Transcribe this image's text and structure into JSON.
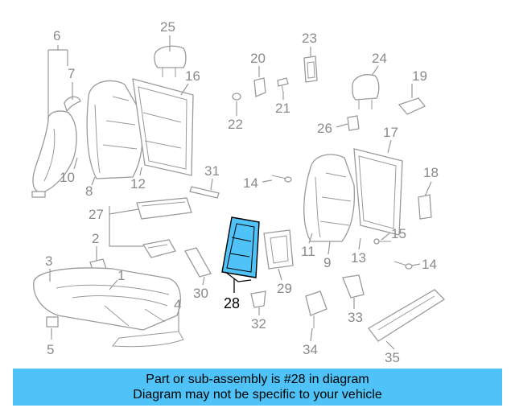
{
  "highlight": {
    "part_number": "28",
    "color": "#4fc3f7"
  },
  "callouts": [
    {
      "id": "c6",
      "text": "6"
    },
    {
      "id": "c7",
      "text": "7"
    },
    {
      "id": "c25",
      "text": "25"
    },
    {
      "id": "c16",
      "text": "16"
    },
    {
      "id": "c20",
      "text": "20"
    },
    {
      "id": "c23",
      "text": "23"
    },
    {
      "id": "c24",
      "text": "24"
    },
    {
      "id": "c19",
      "text": "19"
    },
    {
      "id": "c21",
      "text": "21"
    },
    {
      "id": "c22",
      "text": "22"
    },
    {
      "id": "c26",
      "text": "26"
    },
    {
      "id": "c17",
      "text": "17"
    },
    {
      "id": "c10",
      "text": "10"
    },
    {
      "id": "c8",
      "text": "8"
    },
    {
      "id": "c12",
      "text": "12"
    },
    {
      "id": "c31",
      "text": "31"
    },
    {
      "id": "c14a",
      "text": "14"
    },
    {
      "id": "c18",
      "text": "18"
    },
    {
      "id": "c27",
      "text": "27"
    },
    {
      "id": "c2",
      "text": "2"
    },
    {
      "id": "c3",
      "text": "3"
    },
    {
      "id": "c1",
      "text": "1"
    },
    {
      "id": "c11",
      "text": "11"
    },
    {
      "id": "c9",
      "text": "9"
    },
    {
      "id": "c13",
      "text": "13"
    },
    {
      "id": "c15",
      "text": "15"
    },
    {
      "id": "c14b",
      "text": "14"
    },
    {
      "id": "c30",
      "text": "30"
    },
    {
      "id": "c29",
      "text": "29"
    },
    {
      "id": "c4",
      "text": "4"
    },
    {
      "id": "c5",
      "text": "5"
    },
    {
      "id": "c32",
      "text": "32"
    },
    {
      "id": "c33",
      "text": "33"
    },
    {
      "id": "c34",
      "text": "34"
    },
    {
      "id": "c35",
      "text": "35"
    }
  ],
  "banner": {
    "line1": "Part or sub-assembly is #28 in diagram",
    "line2": "Diagram may not be specific to your vehicle",
    "color": "#4fc3f7"
  }
}
